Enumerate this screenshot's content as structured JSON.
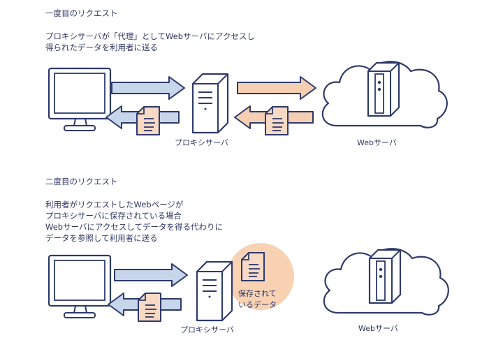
{
  "section1": {
    "heading": "一度目のリクエスト",
    "desc": [
      "プロキシサーバが「代理」としてWebサーバにアクセスし",
      "得られたデータを利用者に送る"
    ],
    "proxy_label": "プロキシサーバ",
    "web_label": "Webサーバ"
  },
  "section2": {
    "heading": "二度目のリクエスト",
    "desc": [
      "利用者がリクエストしたWebページが",
      "プロキシサーバに保存されている場合",
      "Webサーバにアクセスしてデータを得る代わりに",
      "データを参照して利用者に送る"
    ],
    "proxy_label": "プロキシサーバ",
    "web_label": "Webサーバ",
    "cached_label": [
      "保存されて",
      "いるデータ"
    ]
  },
  "colors": {
    "outline": "#2d3a6b",
    "arrow_blue": "#c8d6ec",
    "arrow_orange": "#f6cfb3",
    "document": "#f8d9c4",
    "cache_circle": "#f9d2b4"
  }
}
